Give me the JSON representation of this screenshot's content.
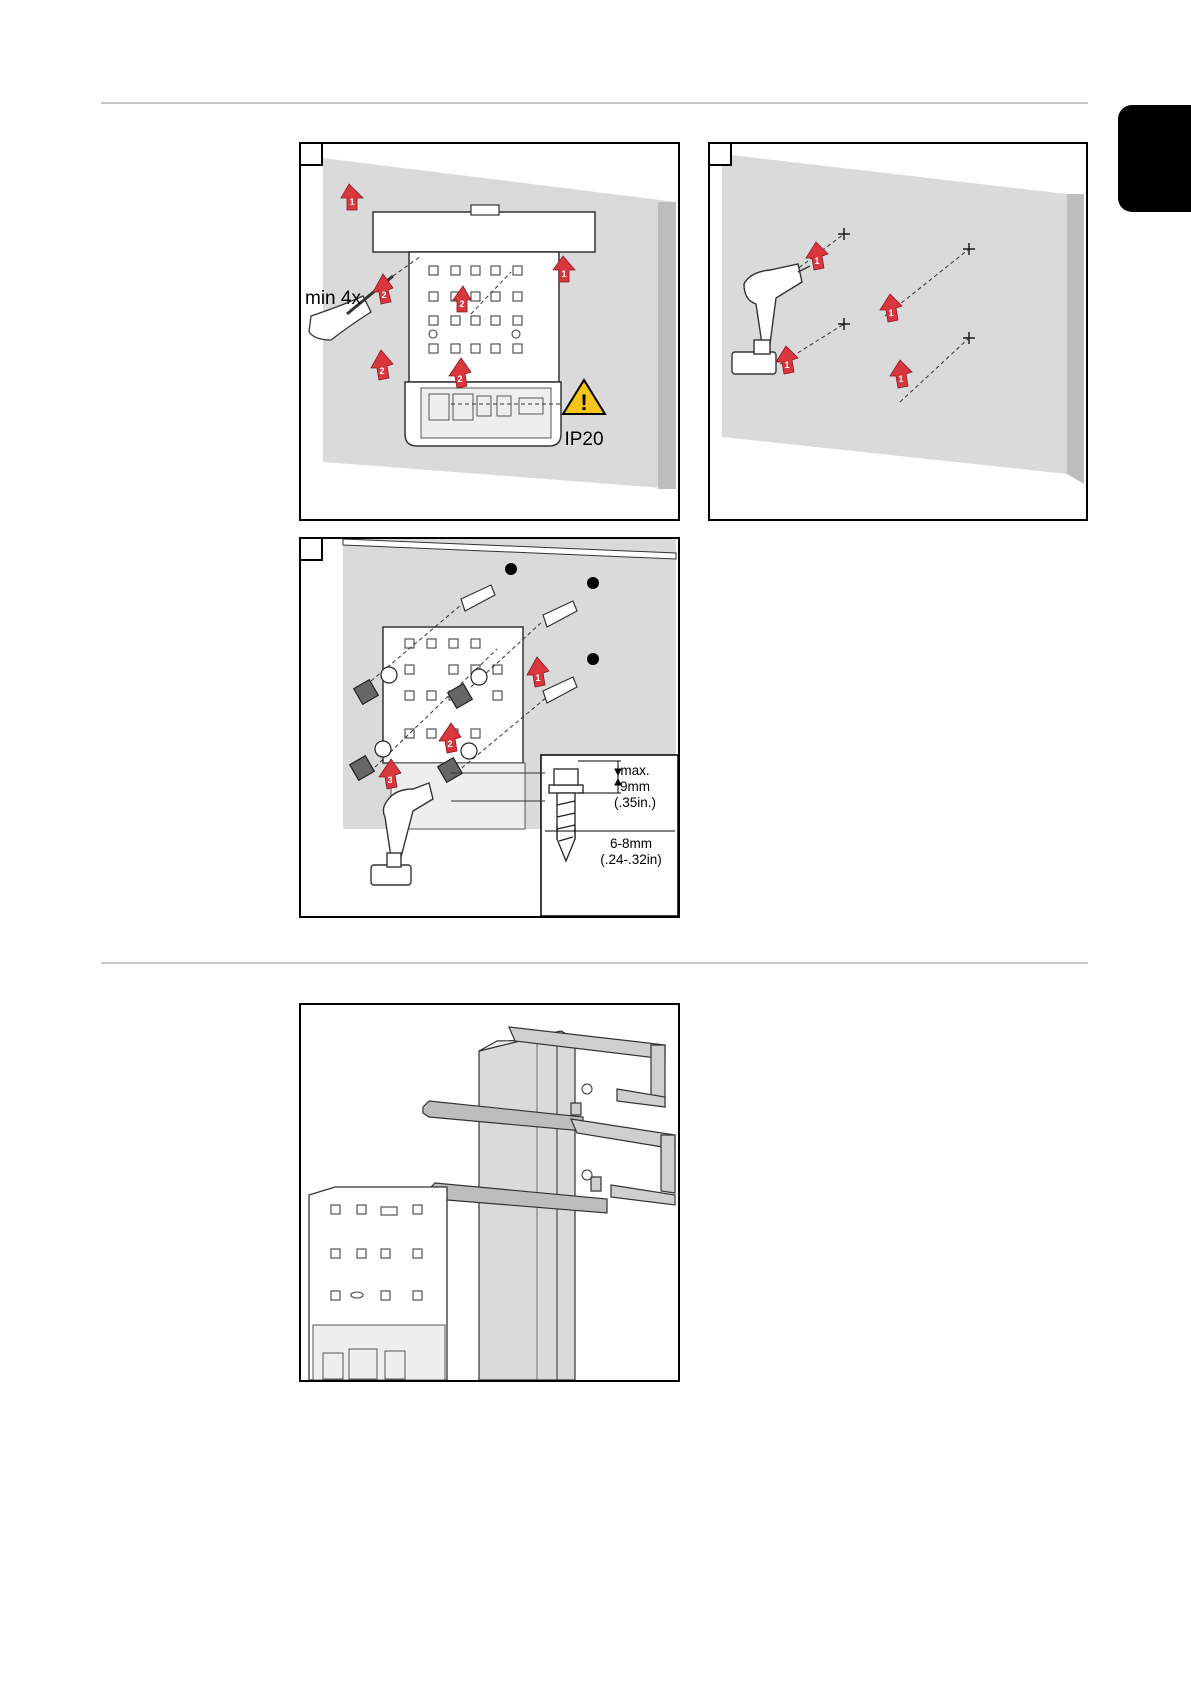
{
  "figure1": {
    "label_min": "min 4x",
    "label_ip": "IP20",
    "steps": [
      "1",
      "1",
      "2",
      "2",
      "2",
      "2"
    ]
  },
  "figure2": {
    "steps": [
      "1",
      "1",
      "1",
      "1"
    ]
  },
  "figure3": {
    "steps": [
      "1",
      "2",
      "3"
    ],
    "spec_head_1": "max.",
    "spec_head_2": "9mm",
    "spec_head_3": "(.35in.)",
    "spec_diam_1": "6-8mm",
    "spec_diam_2": "(.24-.32in)"
  },
  "colors": {
    "wall": "#dadada",
    "arrow": "#d9363e",
    "warning": "#f5c518"
  },
  "icons": [
    "warning-triangle-icon",
    "step-arrow-icon",
    "drill-icon",
    "hand-pencil-icon"
  ]
}
